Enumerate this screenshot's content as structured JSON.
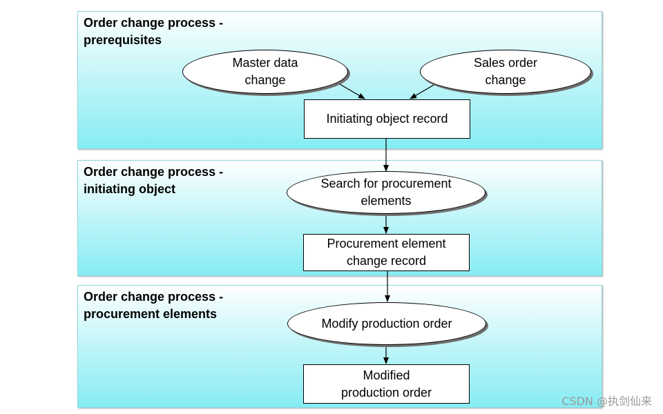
{
  "panels": [
    {
      "title_line1": "Order change process -",
      "title_line2": "prerequisites"
    },
    {
      "title_line1": "Order change process -",
      "title_line2": "initiating  object"
    },
    {
      "title_line1": "Order change process -",
      "title_line2": "procurement elements"
    }
  ],
  "nodes": {
    "master_data_change": {
      "line1": "Master data",
      "line2": "change"
    },
    "sales_order_change": {
      "line1": "Sales order",
      "line2": "change"
    },
    "initiating_object_record": {
      "line1": "Initiating object record"
    },
    "search_procurement_elements": {
      "line1": "Search for procurement",
      "line2": "elements"
    },
    "procurement_element_change_record": {
      "line1": "Procurement  element",
      "line2": "change record"
    },
    "modify_production_order": {
      "line1": "Modify production order"
    },
    "modified_production_order": {
      "line1": "Modified",
      "line2": "production order"
    }
  },
  "watermark": "CSDN @执剑仙来"
}
